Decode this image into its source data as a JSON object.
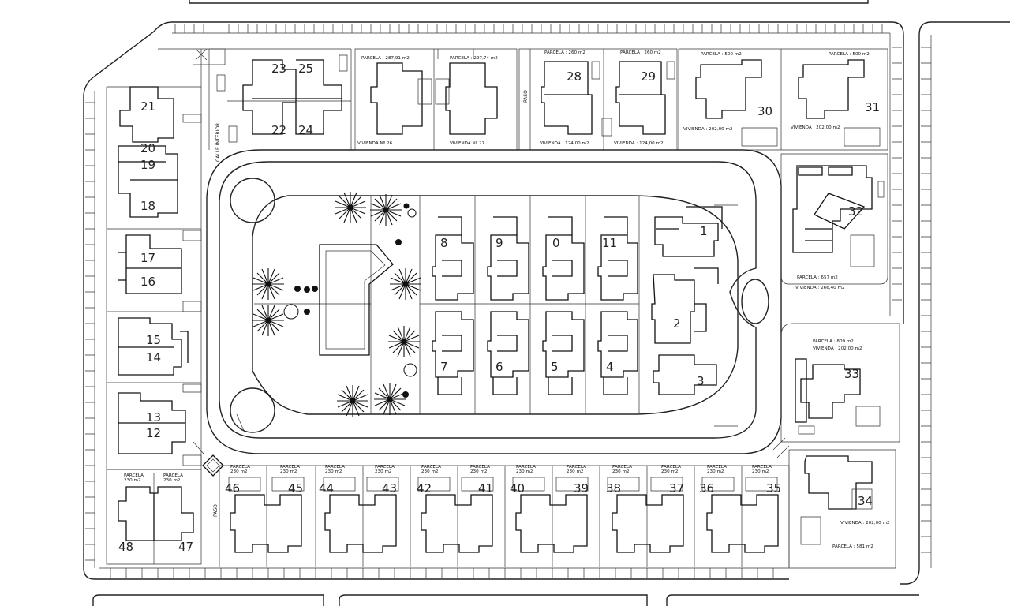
{
  "street_label": "CALLE INTERIOR",
  "paso_label": "PASO",
  "lots": [
    {
      "n": "1"
    },
    {
      "n": "2"
    },
    {
      "n": "3"
    },
    {
      "n": "4"
    },
    {
      "n": "5"
    },
    {
      "n": "6"
    },
    {
      "n": "7"
    },
    {
      "n": "8"
    },
    {
      "n": "9"
    },
    {
      "n": "0"
    },
    {
      "n": "11"
    },
    {
      "n": "12"
    },
    {
      "n": "13"
    },
    {
      "n": "14"
    },
    {
      "n": "15"
    },
    {
      "n": "16"
    },
    {
      "n": "17"
    },
    {
      "n": "18"
    },
    {
      "n": "19"
    },
    {
      "n": "20"
    },
    {
      "n": "21"
    },
    {
      "n": "22"
    },
    {
      "n": "23"
    },
    {
      "n": "24"
    },
    {
      "n": "25"
    },
    {
      "n": "28"
    },
    {
      "n": "29"
    },
    {
      "n": "30"
    },
    {
      "n": "31"
    },
    {
      "n": "32"
    },
    {
      "n": "33"
    },
    {
      "n": "34"
    },
    {
      "n": "35"
    },
    {
      "n": "36"
    },
    {
      "n": "37"
    },
    {
      "n": "38"
    },
    {
      "n": "39"
    },
    {
      "n": "40"
    },
    {
      "n": "41"
    },
    {
      "n": "42"
    },
    {
      "n": "43"
    },
    {
      "n": "44"
    },
    {
      "n": "45"
    },
    {
      "n": "46"
    },
    {
      "n": "47"
    },
    {
      "n": "48"
    }
  ],
  "top_labels": {
    "p26": "PARCELA : 287,91 m2",
    "v26": "VIVIENDA Nº 26",
    "p27": "PARCELA : 297,74 m2",
    "v27": "VIVIENDA Nº 27",
    "p28": "PARCELA : 260 m2",
    "v28": "VIVIENDA : 124,00 m2",
    "p29": "PARCELA : 260 m2",
    "v29": "VIVIENDA : 124,00 m2",
    "p30": "PARCELA : 500 m2",
    "v30": "VIVIENDA : 202,00 m2",
    "p31": "PARCELA : 500 m2",
    "v31": "VIVIENDA : 202,00 m2"
  },
  "right_labels": {
    "p32": "PARCELA : 657 m2",
    "v32": "VIVIENDA : 266,40 m2",
    "p33": "PARCELA : 809 m2",
    "v33": "VIVIENDA : 202,00 m2",
    "v34": "VIVIENDA : 202,00 m2",
    "p34": "PARCELA : 581 m2"
  },
  "bottom_parcela": "PARCELA",
  "bottom_area": "230 m2"
}
